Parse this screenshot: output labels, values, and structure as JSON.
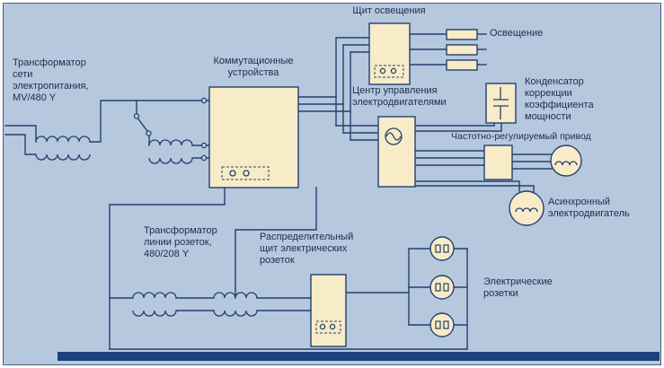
{
  "colors": {
    "background": "#b5c8de",
    "box_fill": "#f8ebc8",
    "line": "#23406e",
    "text": "#1d2c4b",
    "bottom_bar": "#1d4179",
    "border": "#4b5d80"
  },
  "labels": {
    "lighting_panel": "Щит освещения",
    "lighting": "Освещение",
    "supply_transformer": "Трансформатор\nсети\nэлектропитания,\nMV/480 Y",
    "switchgear": "Коммутационные\nустройства",
    "motor_control_center": "Центр управления\nэлектродвигателями",
    "pf_capacitor": "Конденсатор\nкоррекции\nкоэффициента\nмощности",
    "vfd": "Частотно-регулируемый привод",
    "induction_motor": "Асинхронный\nэлектродвигатель",
    "receptacle_transformer": "Трансформатор\nлинии розеток,\n480/208 Y",
    "receptacle_panel": "Распределительный\nщит электрических\nрозеток",
    "outlets": "Электрические\nрозетки"
  }
}
